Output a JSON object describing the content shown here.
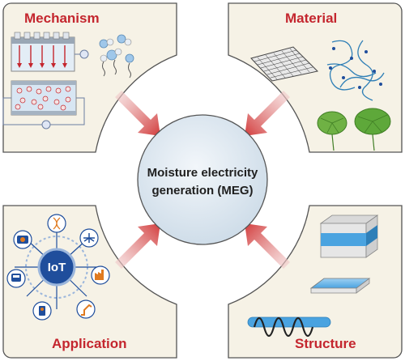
{
  "center": {
    "line1": "Moisture electricity",
    "line2": "generation (MEG)"
  },
  "panels": {
    "mechanism": {
      "title": "Mechanism"
    },
    "material": {
      "title": "Material"
    },
    "application": {
      "title": "Application",
      "hub_label": "IoT"
    },
    "structure": {
      "title": "Structure"
    }
  },
  "colors": {
    "panel_fill": "#f6f2e6",
    "panel_border": "#555555",
    "title_red": "#c4262e",
    "arrow_red": "#d23a3a",
    "hub_blue": "#1f4e9c",
    "center_fill": "#dde8f1"
  },
  "icons": {
    "application": [
      "robot-arm-icon",
      "dna-icon",
      "airplane-icon",
      "factory-icon",
      "bus-icon",
      "truck-icon",
      "phone-touch-icon",
      "camera-icon"
    ]
  }
}
